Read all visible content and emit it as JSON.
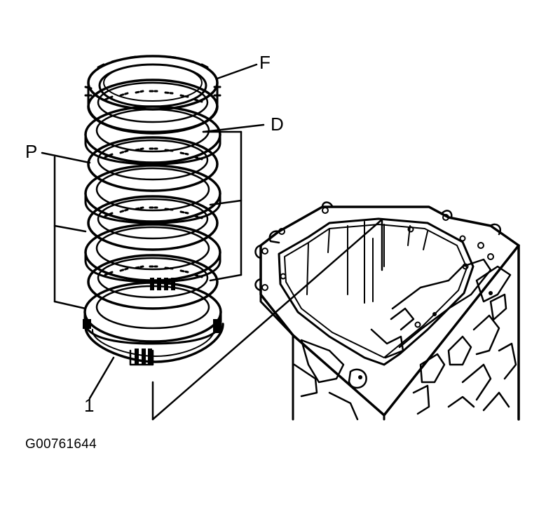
{
  "callouts": {
    "f": "F",
    "d": "D",
    "p": "P",
    "one": "1"
  },
  "figure_id": "G00761644",
  "colors": {
    "ink": "#000000",
    "paper": "#ffffff"
  }
}
